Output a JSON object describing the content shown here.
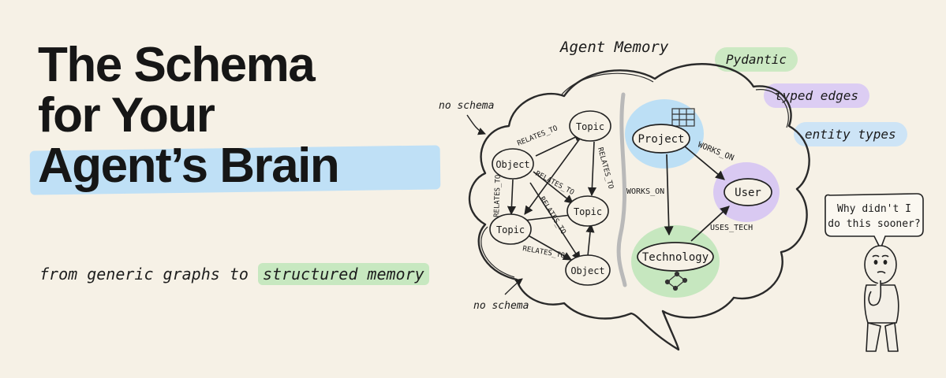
{
  "title_lines": [
    "The Schema",
    "for Your",
    "Agent’s Brain"
  ],
  "subtitle_start": "from generic graphs to ",
  "subtitle_highlight": "structured memory",
  "brain_label": "Agent Memory",
  "annotations": {
    "top_left": "no schema",
    "bottom_left": "no schema"
  },
  "tags": [
    {
      "label": "Pydantic",
      "color": "#cce9c3"
    },
    {
      "label": "typed edges",
      "color": "#dccdf3"
    },
    {
      "label": "entity types",
      "color": "#cde4f6"
    }
  ],
  "left_graph": {
    "nodes": [
      "Topic",
      "Object",
      "Topic",
      "Topic",
      "Object"
    ],
    "edge_label": "RELATES_TO"
  },
  "right_graph": {
    "nodes": {
      "project": "Project",
      "user": "User",
      "technology": "Technology"
    },
    "edges": {
      "project_user": "WORKS_ON",
      "project_tech": "WORKS_ON",
      "tech_user": "USES_TECH"
    },
    "node_colors": {
      "project": "#bcdff5",
      "user": "#d9c9f2",
      "technology": "#c6e7bf"
    }
  },
  "speech_bubble": [
    "Why didn't I",
    "do this sooner?"
  ]
}
